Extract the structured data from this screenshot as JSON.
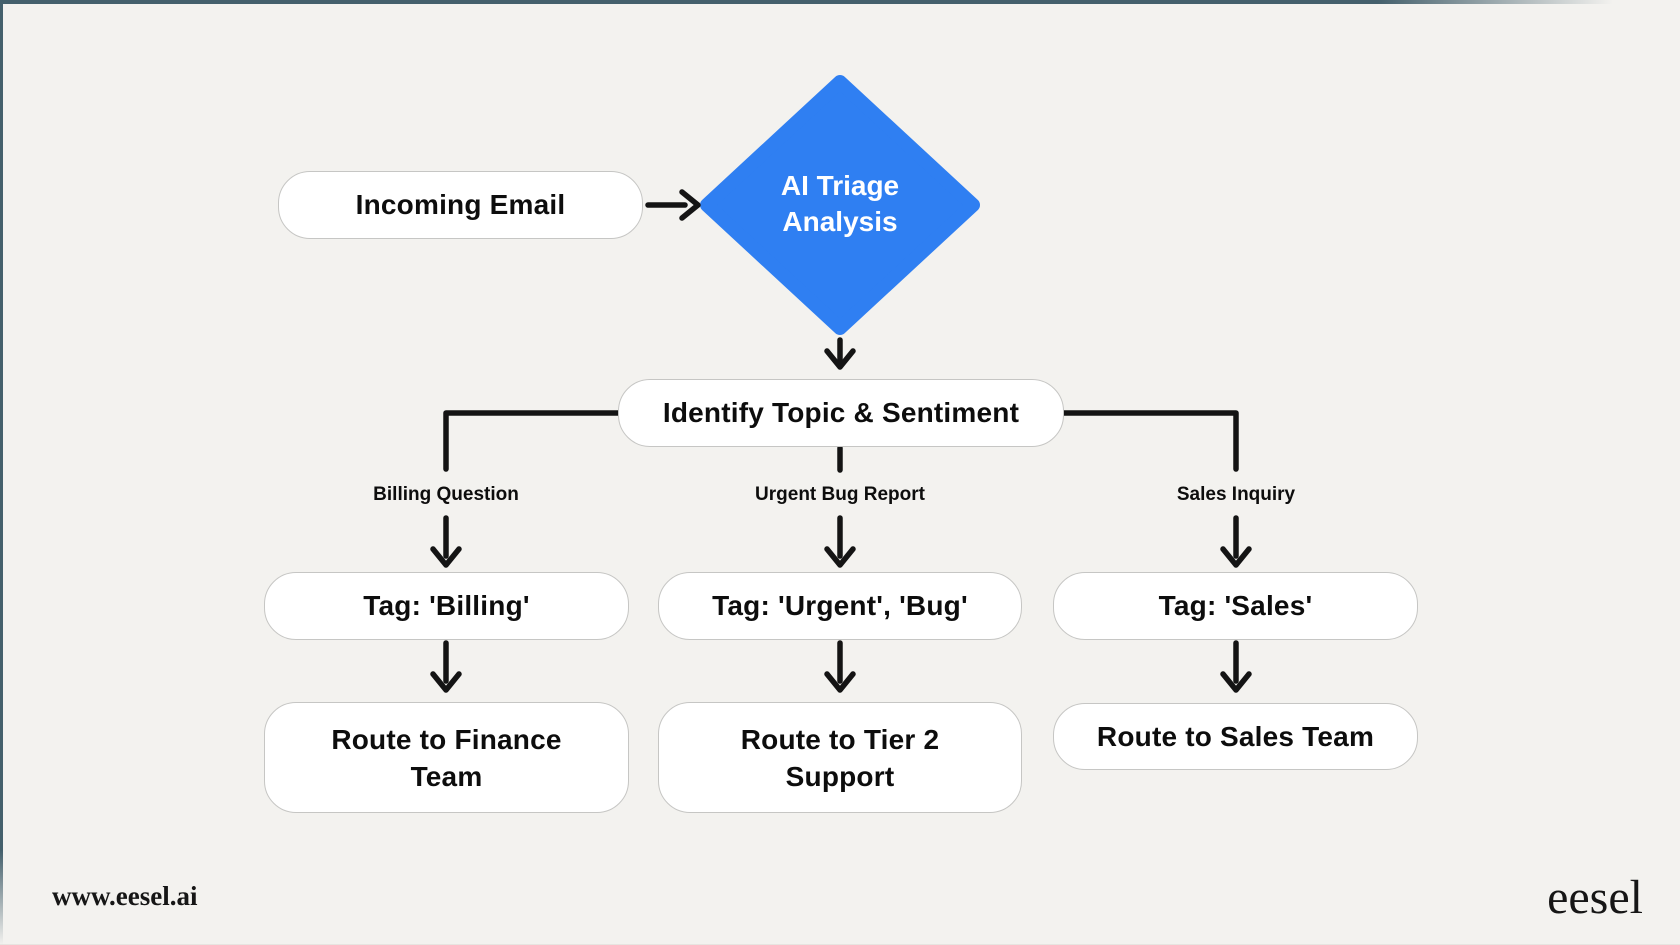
{
  "page": {
    "background_color": "#f3f2ef",
    "frame_border_color": "#44606c",
    "accent_blue": "#2f7ff2",
    "line_color": "#141414"
  },
  "flow": {
    "start": {
      "label": "Incoming Email"
    },
    "decision": {
      "line1": "AI Triage",
      "line2": "Analysis"
    },
    "process": {
      "label": "Identify Topic & Sentiment"
    },
    "branches": [
      {
        "condition": "Billing Question",
        "tag": "Tag: 'Billing'",
        "route": "Route to Finance Team"
      },
      {
        "condition": "Urgent Bug Report",
        "tag": "Tag: 'Urgent', 'Bug'",
        "route": "Route to Tier 2 Support"
      },
      {
        "condition": "Sales Inquiry",
        "tag": "Tag: 'Sales'",
        "route": "Route to Sales Team"
      }
    ]
  },
  "footer": {
    "website": "www.eesel.ai",
    "brand": "eesel"
  }
}
